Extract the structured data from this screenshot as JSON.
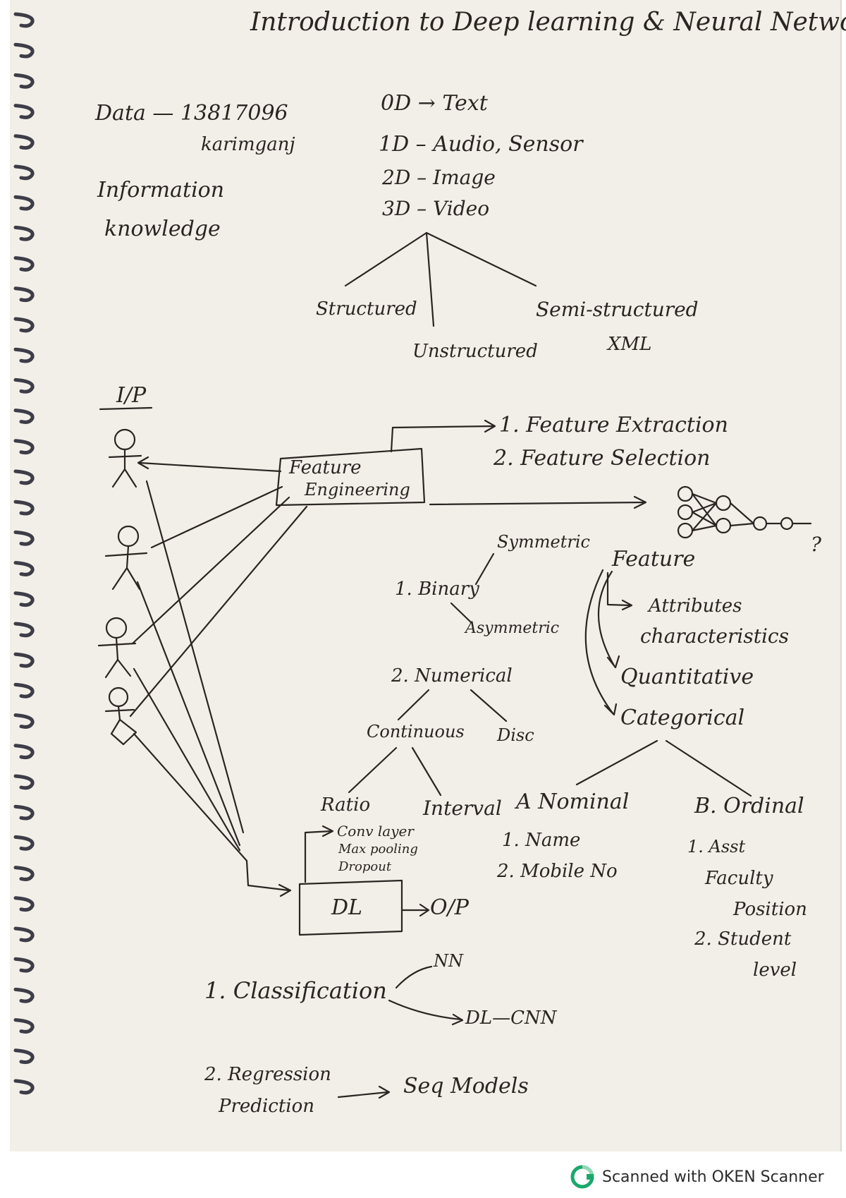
{
  "title": "Introduction to Deep learning & Neural Network",
  "data_section": {
    "data_label": "Data — 13817096",
    "data_sub": "karimganj",
    "info": "Information",
    "knowledge": "knowledge"
  },
  "dimensions": [
    "0D → Text",
    "1D – Audio, Sensor",
    "2D – Image",
    "3D – Video"
  ],
  "data_types": {
    "structured": "Structured",
    "unstructured": "Unstructured",
    "semi": "Semi-structured",
    "xml": "XML"
  },
  "input_label": "I/P",
  "feature_engineering": {
    "line1": "Feature",
    "line2": "Engineering"
  },
  "fe_steps": [
    "1. Feature Extraction",
    "2. Feature Selection"
  ],
  "nn_question": "?",
  "binary": {
    "label": "1. Binary",
    "symmetric": "Symmetric",
    "asymmetric": "Asymmetric"
  },
  "feature": {
    "label": "Feature",
    "attributes": "Attributes",
    "characteristics": "characteristics",
    "quantitative": "Quantitative",
    "categorical": "Categorical"
  },
  "numerical": {
    "label": "2. Numerical",
    "continuous": "Continuous",
    "discrete": "Disc",
    "ratio": "Ratio",
    "interval": "Interval"
  },
  "nominal": {
    "label": "A Nominal",
    "item1": "1. Name",
    "item2": "2. Mobile No"
  },
  "ordinal": {
    "label": "B. Ordinal",
    "item1": "1. Asst",
    "item1b": "Faculty",
    "item1c": "Position",
    "item2": "2. Student",
    "item2b": "level"
  },
  "dl_layers": [
    "Conv layer",
    "Max pooling",
    "Dropout"
  ],
  "dl": {
    "box": "DL",
    "output": "O/P"
  },
  "classification": {
    "label": "1. Classification",
    "nn": "NN",
    "cnn": "DL—CNN"
  },
  "regression": {
    "line1": "2. Regression",
    "line2": "Prediction",
    "target": "Seq Models"
  },
  "footer": {
    "text": "Scanned with OKEN Scanner"
  },
  "colors": {
    "paper": "#f2efe9",
    "ink": "#2a2522",
    "ring": "#3d3d48",
    "logo": "#1aa86a"
  }
}
